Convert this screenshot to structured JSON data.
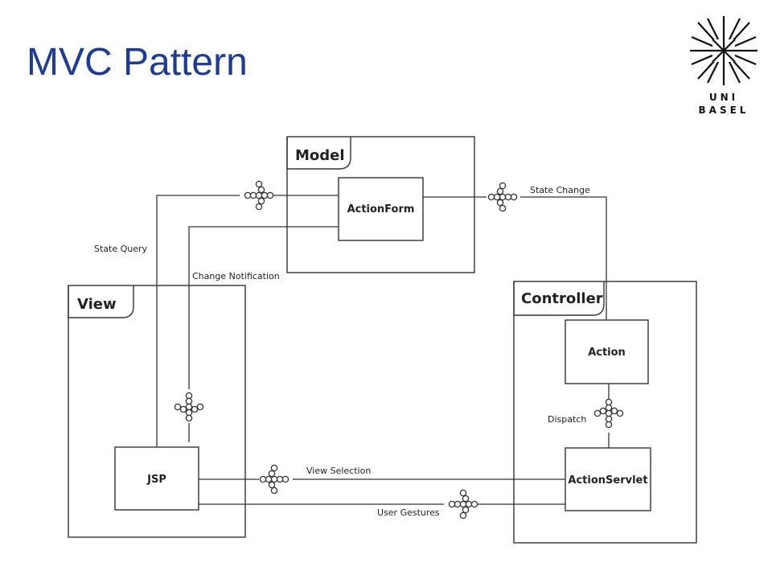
{
  "slide": {
    "title": "MVC Pattern"
  },
  "logo": {
    "line1": "UNI",
    "line2": "BASEL",
    "icon": "university-star-icon"
  },
  "diagram": {
    "components": {
      "model": "Model",
      "view": "View",
      "controller": "Controller"
    },
    "boxes": {
      "action_form": "ActionForm",
      "action": "Action",
      "jsp": "JSP",
      "action_servlet": "ActionServlet"
    },
    "flows": {
      "state_query": "State Query",
      "state_change": "State Change",
      "change_notification": "Change Notification",
      "dispatch": "Dispatch",
      "view_selection": "View Selection",
      "user_gestures": "User Gestures"
    },
    "colors": {
      "line": "#333333",
      "title": "#1f3c8f"
    }
  }
}
